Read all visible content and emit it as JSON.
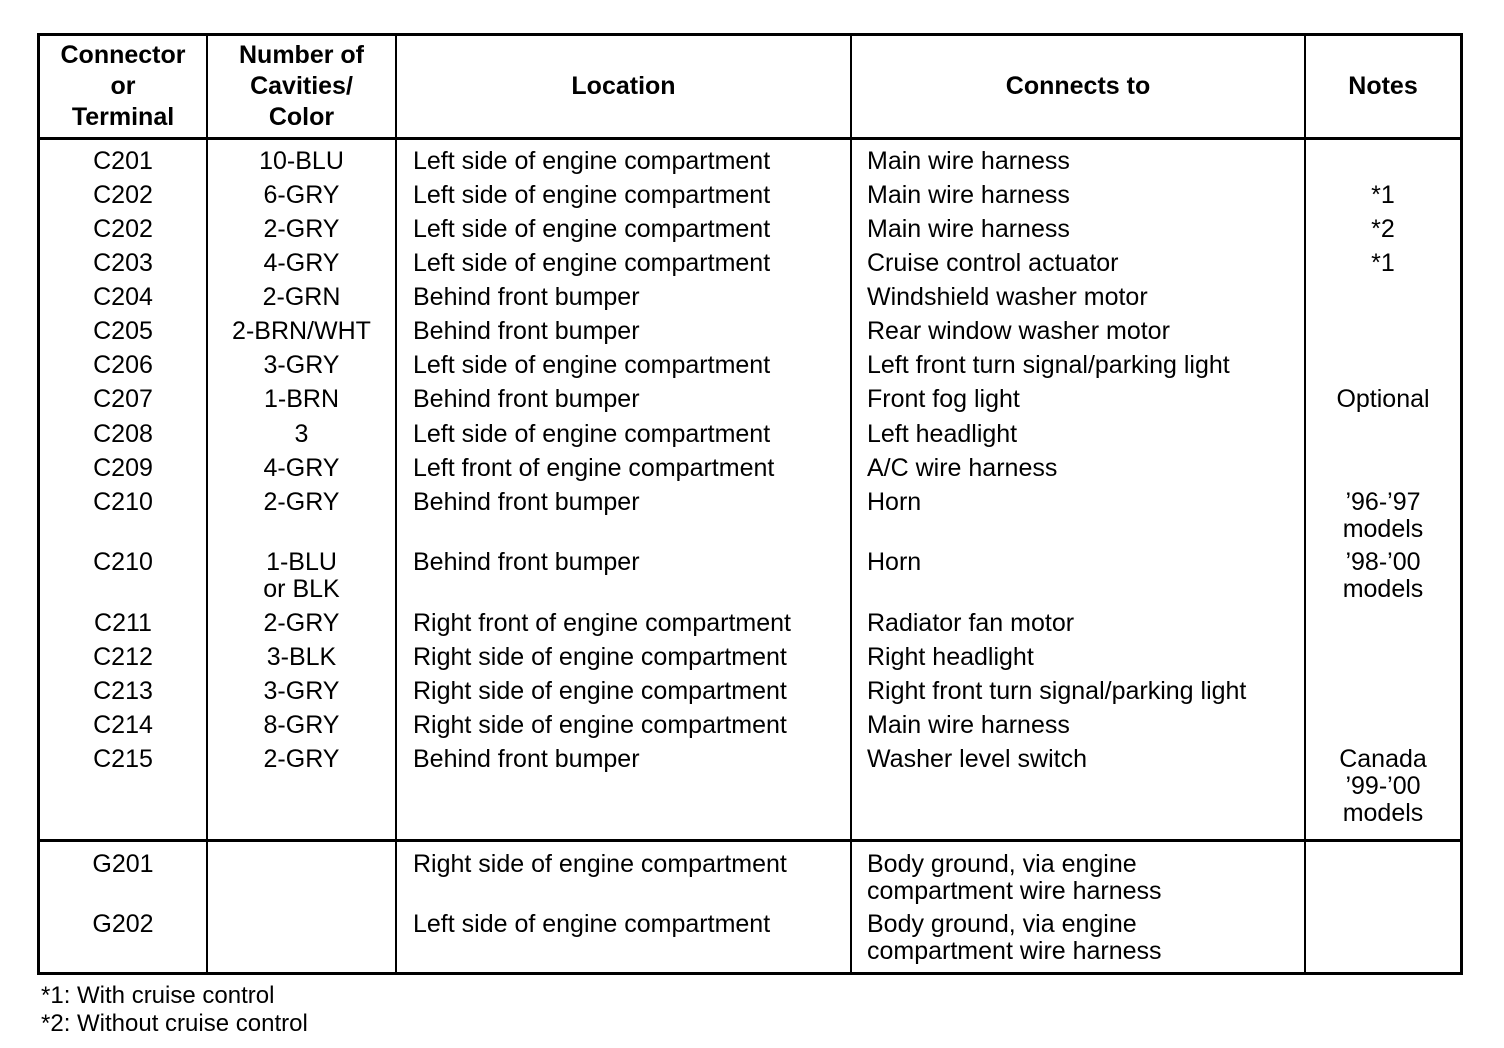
{
  "headers": {
    "connector": [
      "Connector",
      "or",
      "Terminal"
    ],
    "cavities": [
      "Number of",
      "Cavities/",
      "Color"
    ],
    "location": "Location",
    "connects_to": "Connects to",
    "notes": "Notes"
  },
  "rows": [
    {
      "id": "C201",
      "cav": "10-BLU",
      "loc": "Left side of engine compartment",
      "to": "Main wire harness",
      "note": ""
    },
    {
      "id": "C202",
      "cav": "6-GRY",
      "loc": "Left side of engine compartment",
      "to": "Main wire harness",
      "note": "*1"
    },
    {
      "id": "C202",
      "cav": "2-GRY",
      "loc": "Left side of engine compartment",
      "to": "Main wire harness",
      "note": "*2"
    },
    {
      "id": "C203",
      "cav": "4-GRY",
      "loc": "Left side of engine compartment",
      "to": "Cruise control actuator",
      "note": "*1"
    },
    {
      "id": "C204",
      "cav": "2-GRN",
      "loc": "Behind front bumper",
      "to": "Windshield washer motor",
      "note": ""
    },
    {
      "id": "C205",
      "cav": "2-BRN/WHT",
      "loc": "Behind front bumper",
      "to": "Rear window washer motor",
      "note": ""
    },
    {
      "id": "C206",
      "cav": "3-GRY",
      "loc": "Left side of engine compartment",
      "to": "Left front turn signal/parking light",
      "note": ""
    },
    {
      "id": "C207",
      "cav": "1-BRN",
      "loc": "Behind front bumper",
      "to": "Front fog light",
      "note": "Optional"
    },
    {
      "id": "C208",
      "cav": "3",
      "loc": "Left side of engine compartment",
      "to": "Left headlight",
      "note": ""
    },
    {
      "id": "C209",
      "cav": "4-GRY",
      "loc": "Left front of engine compartment",
      "to": "A/C wire harness",
      "note": ""
    },
    {
      "id": "C210",
      "cav": "2-GRY",
      "loc": "Behind front bumper",
      "to": "Horn",
      "note": "’96-’97\nmodels"
    },
    {
      "id": "C210",
      "cav": "1-BLU\nor BLK",
      "loc": "Behind front bumper",
      "to": "Horn",
      "note": "’98-’00\nmodels"
    },
    {
      "id": "C211",
      "cav": "2-GRY",
      "loc": "Right front of engine compartment",
      "to": "Radiator fan motor",
      "note": ""
    },
    {
      "id": "C212",
      "cav": "3-BLK",
      "loc": "Right side of engine compartment",
      "to": "Right headlight",
      "note": ""
    },
    {
      "id": "C213",
      "cav": "3-GRY",
      "loc": "Right side of engine compartment",
      "to": "Right front turn signal/parking light",
      "note": ""
    },
    {
      "id": "C214",
      "cav": "8-GRY",
      "loc": "Right side of engine compartment",
      "to": "Main wire harness",
      "note": ""
    },
    {
      "id": "C215",
      "cav": "2-GRY",
      "loc": "Behind front bumper",
      "to": "Washer level switch",
      "note": "Canada\n’99-’00\nmodels"
    }
  ],
  "ground_rows": [
    {
      "id": "G201",
      "cav": "",
      "loc": "Right side of engine compartment",
      "to": "Body ground, via engine\ncompartment wire harness",
      "note": ""
    },
    {
      "id": "G202",
      "cav": "",
      "loc": "Left side of engine compartment",
      "to": "Body ground, via engine\ncompartment wire harness",
      "note": ""
    }
  ],
  "footnotes": [
    "*1: With cruise control",
    "*2: Without cruise control"
  ]
}
